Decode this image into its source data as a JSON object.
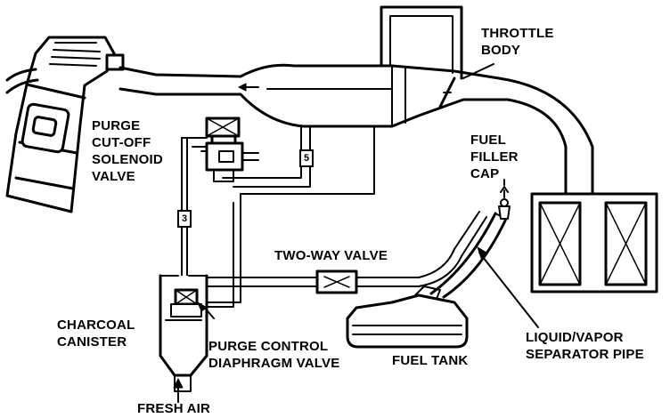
{
  "labels": {
    "throttle_body": [
      "THROTTLE",
      "BODY"
    ],
    "purge_cutoff": [
      "PURGE",
      "CUT-OFF",
      "SOLENOID",
      "VALVE"
    ],
    "fuel_filler_cap": [
      "FUEL",
      "FILLER",
      "CAP"
    ],
    "two_way_valve": "TWO-WAY VALVE",
    "charcoal_canister": [
      "CHARCOAL",
      "CANISTER"
    ],
    "purge_control": [
      "PURGE CONTROL",
      "DIAPHRAGM VALVE"
    ],
    "fuel_tank": "FUEL TANK",
    "separator_pipe": [
      "LIQUID/VAPOR",
      "SEPARATOR PIPE"
    ],
    "fresh_air": "FRESH AIR"
  },
  "hose_tags": {
    "tag_5": "5",
    "tag_3": "3"
  },
  "colors": {
    "line": "#000000",
    "background": "#ffffff"
  }
}
